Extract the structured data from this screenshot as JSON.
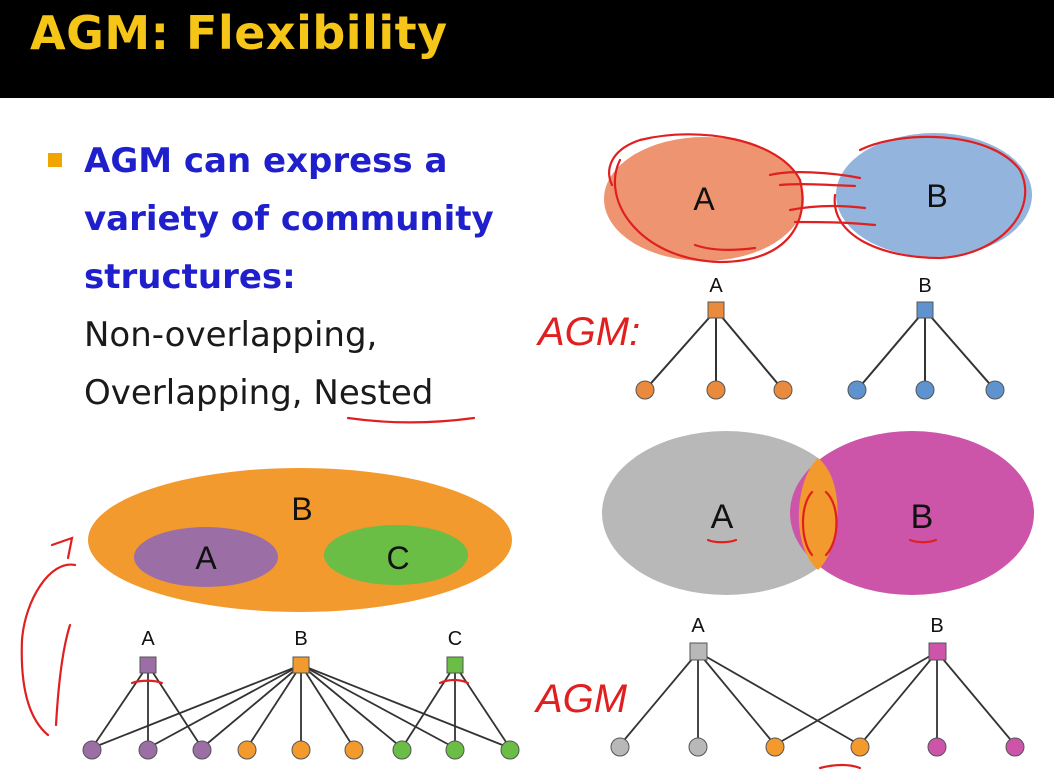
{
  "slide": {
    "title": "AGM: Flexibility",
    "bullet": {
      "lines_bold": [
        "AGM can express a",
        "variety of community",
        "structures:"
      ],
      "lines_plain": [
        "Non-overlapping,",
        "Overlapping, Nested"
      ]
    }
  },
  "diagrams": {
    "non_overlapping": {
      "communities": [
        "A",
        "B"
      ],
      "nodes": [
        "A",
        "B"
      ],
      "colors": {
        "A": "#ee9470",
        "B": "#93b4dc",
        "node_A": "#e98a3c",
        "node_B": "#5f93cf"
      }
    },
    "nested": {
      "communities": [
        "B",
        "A",
        "C"
      ],
      "nodes": [
        "A",
        "B",
        "C"
      ],
      "colors": {
        "A": "#9b6ea5",
        "B": "#f29a2e",
        "C": "#6abd45"
      }
    },
    "overlapping": {
      "communities": [
        "A",
        "B"
      ],
      "nodes": [
        "A",
        "B"
      ],
      "colors": {
        "A": "#b8b8b8",
        "B": "#cc55aa",
        "overlap": "#f29a2e"
      }
    }
  },
  "annotations": {
    "handwritten_1": "AGM:",
    "handwritten_2": "AGM"
  }
}
